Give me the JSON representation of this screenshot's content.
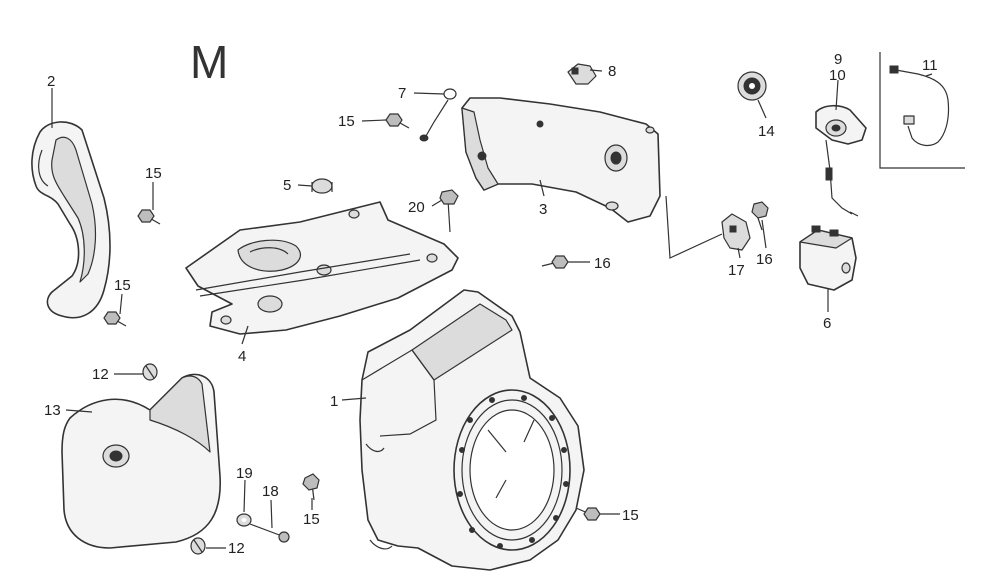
{
  "section_letter": "M",
  "colors": {
    "line": "#333333",
    "part_fill": "#f4f4f4",
    "shade": "#dcdcdc"
  },
  "callouts": [
    "1",
    "2",
    "3",
    "4",
    "5",
    "6",
    "7",
    "8",
    "9",
    "10",
    "11",
    "12",
    "12",
    "13",
    "14",
    "15",
    "15",
    "15",
    "15",
    "15",
    "16",
    "16",
    "17",
    "18",
    "19",
    "20"
  ]
}
